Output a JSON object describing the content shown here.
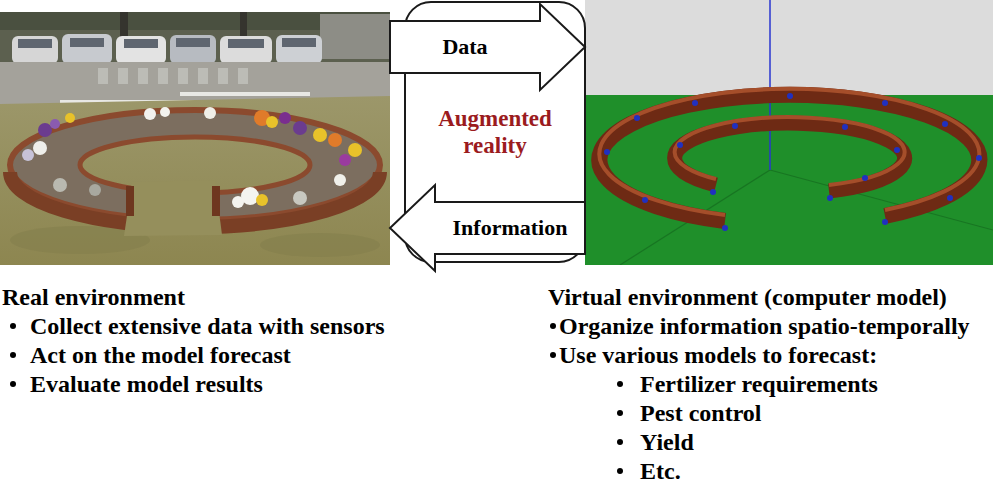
{
  "diagram": {
    "nodes": [
      {
        "text": [
          "Real environment",
          "Collect extensive data with sensors",
          "Act on the model forecast",
          "Evaluate model results"
        ]
      },
      {
        "text": [
          "Augmented reality"
        ]
      },
      {
        "text": [
          "Virtual environment (computer model)",
          "Organize information spatio-temporally",
          "Use various models to forecast:",
          "Fertilizer requirements",
          "Pest control",
          "Yield",
          "Etc."
        ]
      }
    ],
    "edges": [
      {
        "from": 0,
        "to": 2,
        "arrow": "to",
        "label": "Data"
      },
      {
        "from": 2,
        "to": 0,
        "arrow": "to",
        "label": "Information"
      }
    ]
  }
}
